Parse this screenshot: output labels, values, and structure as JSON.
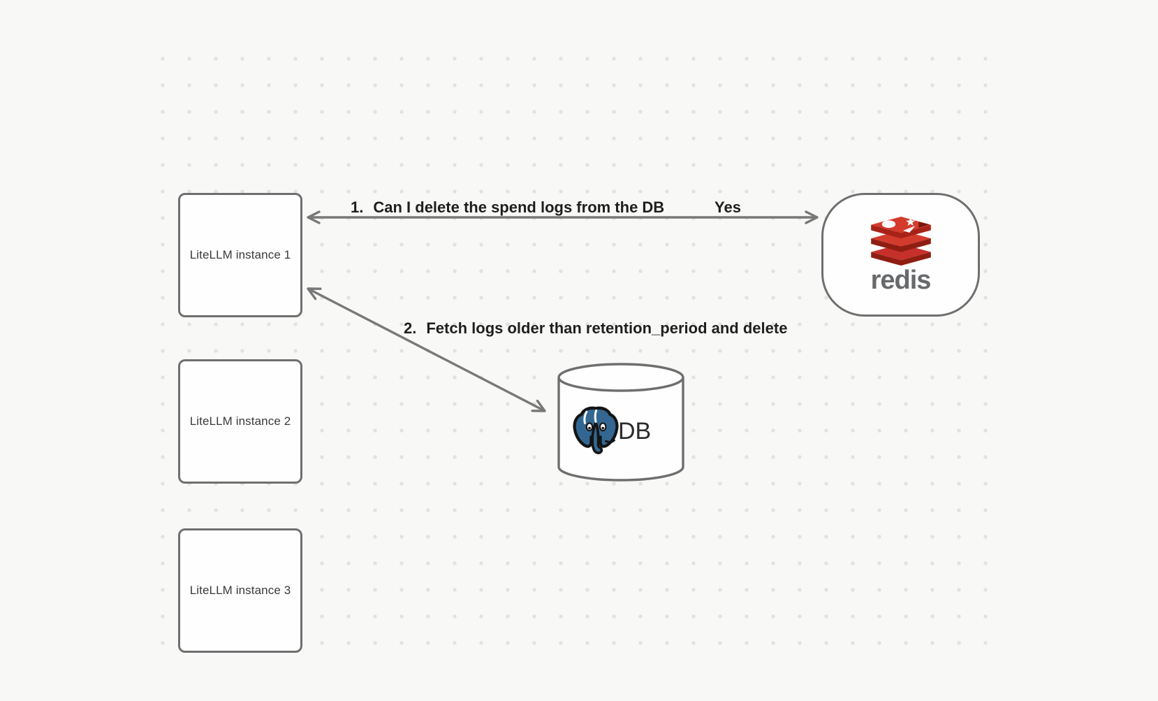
{
  "canvas": {
    "background_color": "#f8f8f7",
    "dot_color": "#e2e2e2"
  },
  "nodes": {
    "instances": [
      {
        "label": "LiteLLM instance 1"
      },
      {
        "label": "LiteLLM instance 2"
      },
      {
        "label": "LiteLLM instance 3"
      }
    ],
    "redis": {
      "wordmark": "redis",
      "icon": "redis-cube-stack",
      "brand_red": "#d33b2c",
      "brand_red_dark": "#a82218",
      "wordmark_color": "#67696c"
    },
    "db": {
      "label": "DB",
      "icon": "postgresql-elephant",
      "postgres_blue": "#336791"
    }
  },
  "edges": [
    {
      "id": "instance1-redis",
      "prefix": "1.",
      "text": "Can I delete the spend logs from the DB",
      "response": "Yes",
      "direction": "bidirectional"
    },
    {
      "id": "instance1-db",
      "prefix": "2.",
      "text": "Fetch logs older than retention_period and delete",
      "direction": "bidirectional"
    }
  ],
  "colors": {
    "node_border": "#6f6f6f",
    "arrow": "#787878",
    "label_text": "#1f1f1f",
    "node_text": "#3a3a3a"
  }
}
